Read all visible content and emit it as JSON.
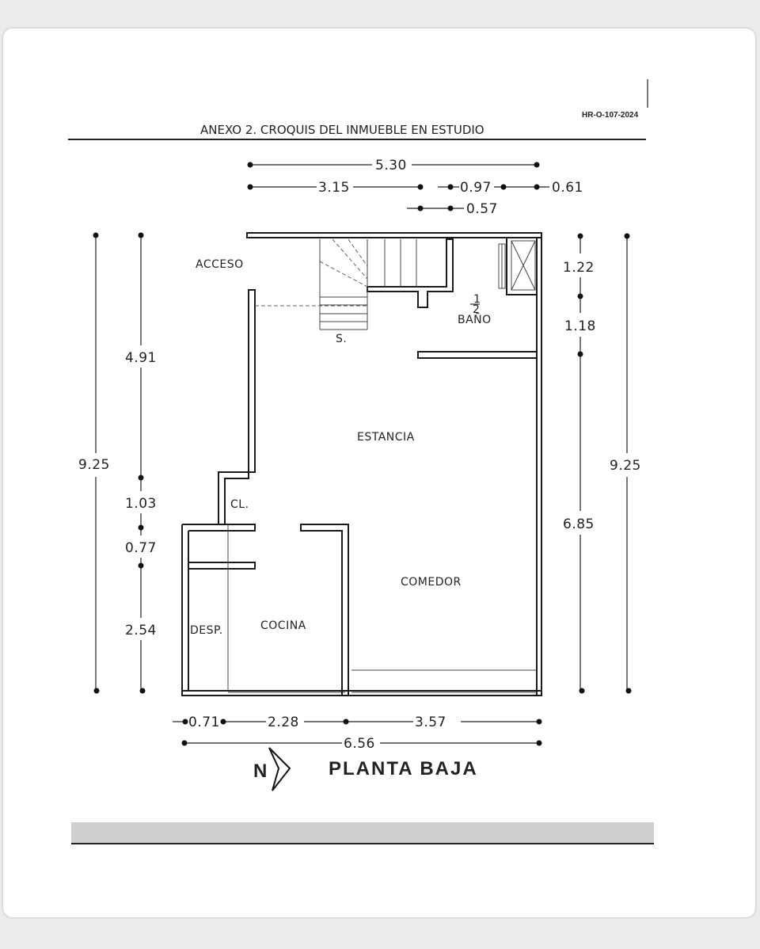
{
  "header": {
    "ref_code": "HR-O-107-2024",
    "title": "ANEXO 2. CROQUIS DEL INMUEBLE EN ESTUDIO"
  },
  "plan": {
    "title": "PLANTA BAJA",
    "north_label": "N",
    "rooms": {
      "acceso": "ACCESO",
      "stairs": "S.",
      "half_bath_top": "1",
      "half_bath_bottom": "2",
      "bano": "BAÑO",
      "estancia": "ESTANCIA",
      "closet": "CL.",
      "comedor": "COMEDOR",
      "desp": "DESP.",
      "cocina": "COCINA"
    },
    "dimensions": {
      "top_total": "5.30",
      "top_a": "3.15",
      "top_b": "0.97",
      "top_c": "0.61",
      "top_d": "0.57",
      "left_total": "9.25",
      "left_a": "4.91",
      "left_b": "1.03",
      "left_c": "0.77",
      "left_d": "2.54",
      "right_total": "9.25",
      "right_a": "1.22",
      "right_b": "1.18",
      "right_c": "6.85",
      "bottom_a": "0.71",
      "bottom_b": "2.28",
      "bottom_c": "3.57",
      "bottom_total": "6.56"
    }
  }
}
